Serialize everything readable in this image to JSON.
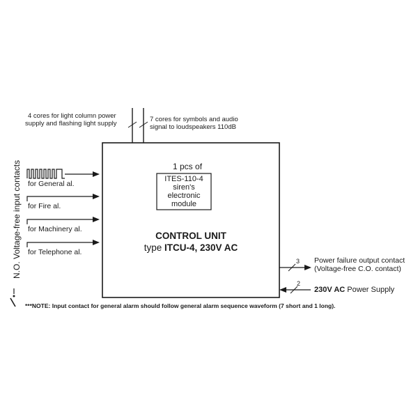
{
  "top_labels": {
    "left_line1": "4 cores for light column power",
    "left_line2": "supply and flashing light supply",
    "right_line1": "7 cores for symbols and audio",
    "right_line2": "signal to loudspeakers 110dB"
  },
  "side_label": "N.O. Voltage-free input contacts",
  "inputs": [
    {
      "label": "for General al."
    },
    {
      "label": "for Fire al."
    },
    {
      "label": "for Machinery al."
    },
    {
      "label": "for Telephone al."
    }
  ],
  "module": {
    "count_label": "1 pcs of",
    "line1": "ITES-110-4",
    "line2": "siren's",
    "line3": "electronic",
    "line4": "module"
  },
  "control_unit": {
    "title": "CONTROL UNIT",
    "type_prefix": "type ",
    "type_bold": "ITCU-4, 230V AC"
  },
  "outputs": {
    "power_failure_count": "3",
    "power_failure_line1": "Power failure output contact",
    "power_failure_line2": "(Voltage-free C.O. contact)",
    "supply_count": "2",
    "supply_bold": "230V AC",
    "supply_rest": " Power Supply"
  },
  "note": "***NOTE: Input contact for general alarm should follow general alarm sequence waveform (7 short and 1 long)."
}
